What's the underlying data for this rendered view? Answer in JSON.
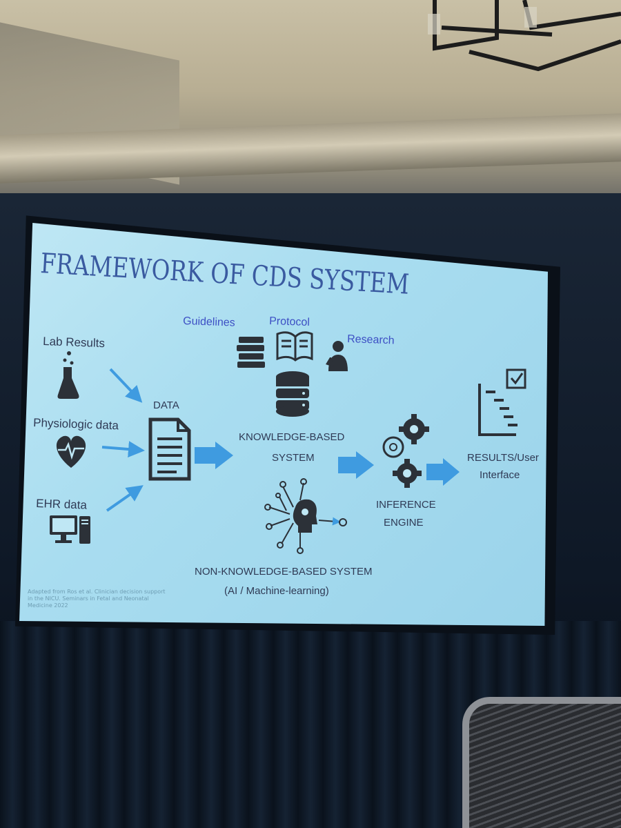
{
  "slide": {
    "title": "FRAMEWORK OF CDS SYSTEM",
    "labels": {
      "lab_results": "Lab Results",
      "physiologic": "Physiologic data",
      "ehr": "EHR data",
      "data": "DATA",
      "guidelines": "Guidelines",
      "protocol": "Protocol",
      "research": "Research",
      "kb_line1": "KNOWLEDGE-BASED",
      "kb_line2": "SYSTEM",
      "inference_line1": "INFERENCE",
      "inference_line2": "ENGINE",
      "results_line1": "RESULTS/User",
      "results_line2": "Interface",
      "nkb_line1": "NON-KNOWLEDGE-BASED SYSTEM",
      "nkb_line2": "(AI / Machine-learning)"
    },
    "citation": "Adapted from Ros et al. Clinician decision support in the NICU. Seminars in Fetal and Neonatal Medicine 2022"
  },
  "colors": {
    "title": "#3a5aa0",
    "label": "#2f3a55",
    "blue_label": "#3d4fc4",
    "arrow": "#3f9be0",
    "icon": "#2c3138"
  }
}
